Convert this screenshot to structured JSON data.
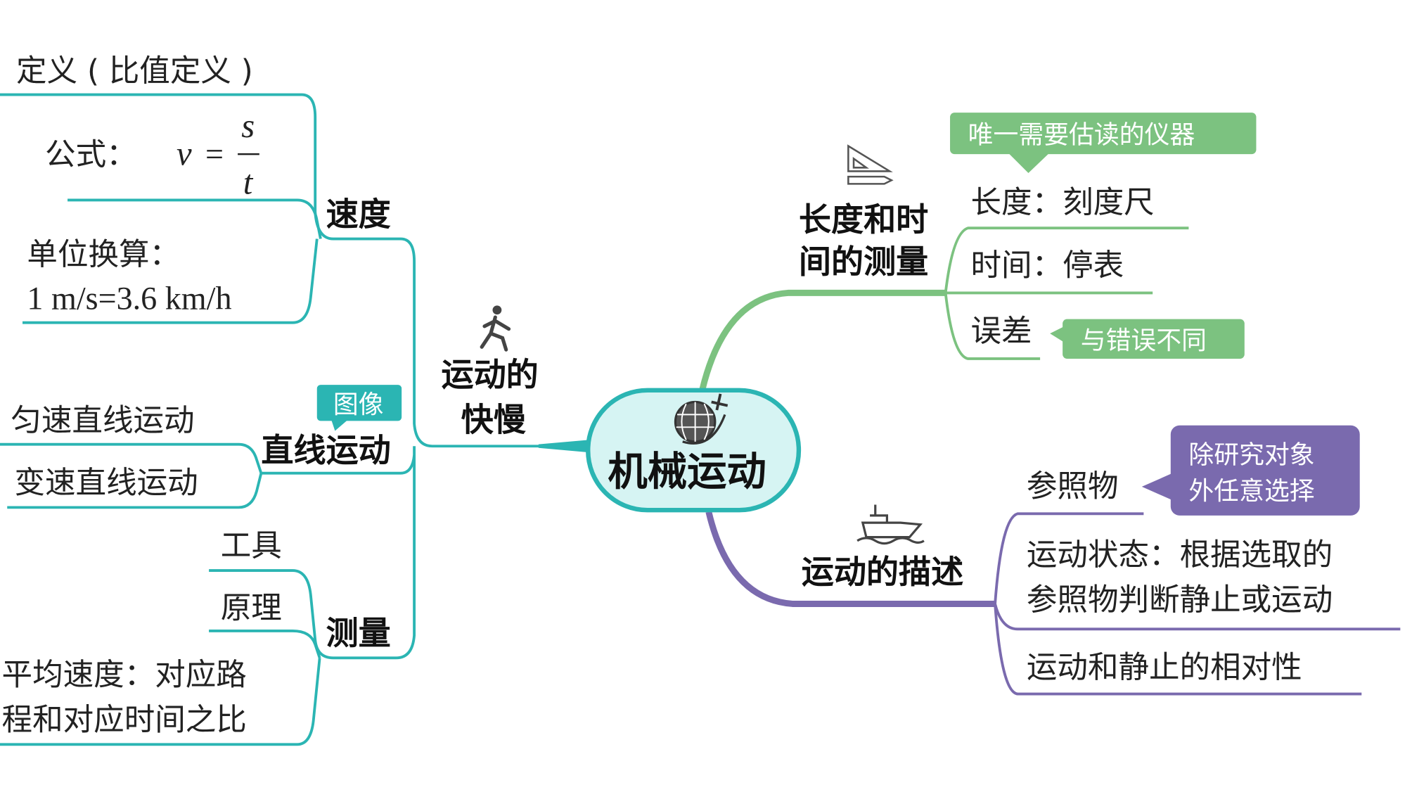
{
  "center": {
    "label": "机械运动",
    "icon": "globe-plane-icon"
  },
  "colors": {
    "teal": "#2bb5b3",
    "green": "#7cc280",
    "purple": "#7a6aae",
    "center_fill": "#d6f4f3"
  },
  "left": {
    "title_line1": "运动的",
    "title_line2": "快慢",
    "icon": "runner-icon",
    "speed": {
      "label": "速度",
      "definition": "定义 ( 比值定义 )",
      "formula_label": "公式：",
      "formula_v": "v",
      "formula_eq": "=",
      "formula_s": "s",
      "formula_t": "t",
      "unit_line1": "单位换算：",
      "unit_line2": "1 m/s=3.6 km/h"
    },
    "linear": {
      "label": "直线运动",
      "tag": "图像",
      "items": [
        "匀速直线运动",
        "变速直线运动"
      ]
    },
    "measure": {
      "label": "测量",
      "items": [
        "工具",
        "原理"
      ],
      "avg_line1": "平均速度：对应路",
      "avg_line2": "程和对应时间之比"
    }
  },
  "right_top": {
    "title_line1": "长度和时",
    "title_line2": "间的测量",
    "icon": "ruler-triangle-icon",
    "tag_top": "唯一需要估读的仪器",
    "items": [
      "长度：刻度尺",
      "时间：停表",
      "误差"
    ],
    "tag_error": "与错误不同"
  },
  "right_bottom": {
    "title": "运动的描述",
    "icon": "ship-icon",
    "reference": "参照物",
    "tag_line1": "除研究对象",
    "tag_line2": "外任意选择",
    "state_line1": "运动状态：根据选取的",
    "state_line2": "参照物判断静止或运动",
    "relativity": "运动和静止的相对性"
  }
}
